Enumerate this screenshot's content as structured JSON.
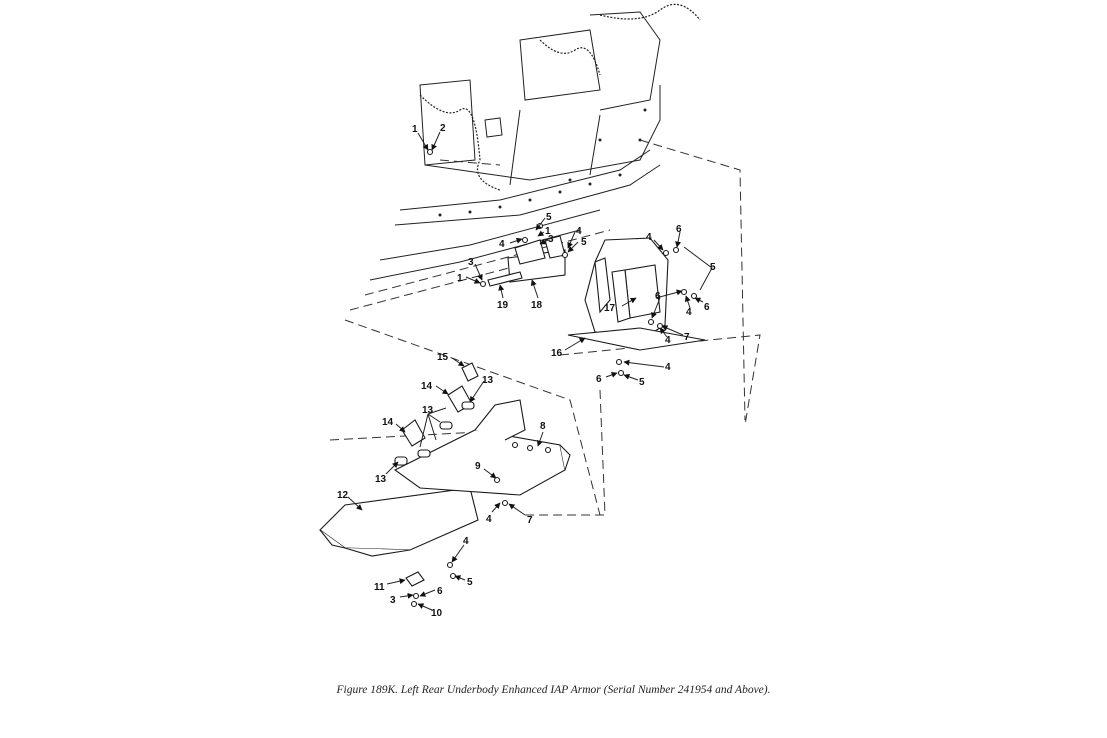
{
  "figure": {
    "caption": "Figure 189K.  Left Rear Underbody Enhanced IAP Armor (Serial Number 241954 and Above)."
  },
  "callouts": [
    "1",
    "2",
    "5",
    "4",
    "1",
    "3",
    "4",
    "5",
    "3",
    "1",
    "19",
    "18",
    "4",
    "6",
    "5",
    "17",
    "6",
    "4",
    "6",
    "4",
    "7",
    "16",
    "4",
    "6",
    "5",
    "15",
    "14",
    "13",
    "13",
    "14",
    "13",
    "8",
    "9",
    "12",
    "4",
    "7",
    "4",
    "11",
    "5",
    "3",
    "6",
    "10"
  ]
}
